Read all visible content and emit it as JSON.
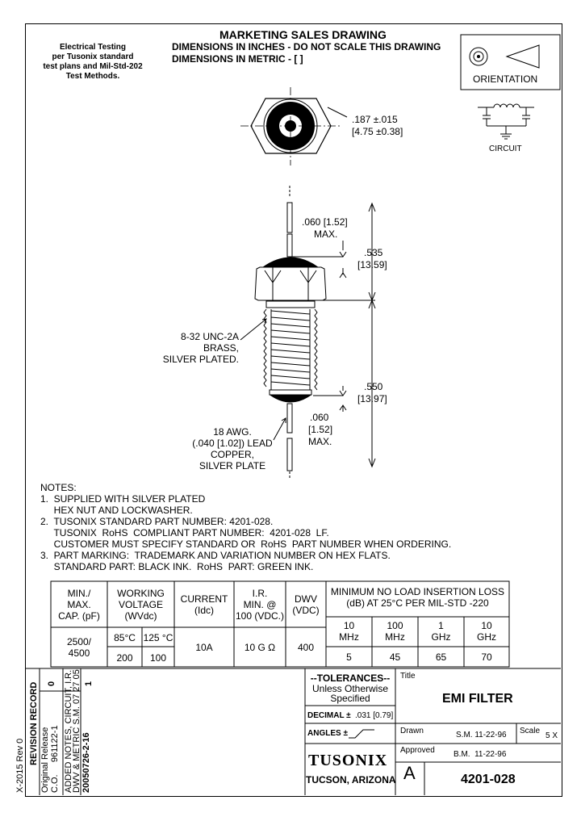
{
  "header": {
    "title": "MARKETING SALES DRAWING",
    "line2": "DIMENSIONS IN INCHES - DO NOT SCALE THIS DRAWING",
    "line3": "DIMENSIONS IN METRIC - [   ]"
  },
  "testing_note": [
    "Electrical Testing",
    "per Tusonix standard",
    "test plans and Mil-Std-202",
    "Test Methods."
  ],
  "orientation_label": "ORIENTATION",
  "circuit_label": "CIRCUIT",
  "dims": {
    "hex_dia": ".187 ±.015",
    "hex_dia_mm": "[4.75 ±0.38]",
    "lead_top": ".060 [1.52]",
    "lead_top_max": "MAX.",
    "body_len": ".535",
    "body_len_mm": "[13.59]",
    "thread_len": ".550",
    "thread_len_mm": "[13.97]",
    "lead_bot": ".060",
    "lead_bot_mm": "[1.52]",
    "lead_bot_max": "MAX."
  },
  "callouts": {
    "thread": [
      "8-32 UNC-2A",
      "BRASS,",
      "SILVER PLATED."
    ],
    "lead": [
      "18 AWG.",
      "(.040 [1.02]) LEAD",
      "COPPER,",
      "SILVER PLATE"
    ]
  },
  "notes": {
    "heading": "NOTES:",
    "lines": [
      "1.  SUPPLIED WITH SILVER PLATED",
      "     HEX NUT AND LOCKWASHER.",
      "2.  TUSONIX STANDARD PART NUMBER: 4201-028.",
      "     TUSONIX  RoHS  COMPLIANT PART NUMBER:  4201-028  LF.",
      "     CUSTOMER MUST SPECIFY STANDARD OR  RoHS  PART NUMBER WHEN ORDERING.",
      "3.  PART MARKING:  TRADEMARK AND VARIATION NUMBER ON HEX FLATS.",
      "     STANDARD PART: BLACK INK.  RoHS  PART: GREEN INK."
    ]
  },
  "spec_table": {
    "cap_header": [
      "MIN./",
      "MAX.",
      "CAP. (pF)"
    ],
    "cap_value": [
      "2500/",
      "4500"
    ],
    "wv_header": [
      "WORKING",
      "VOLTAGE",
      "(WVdc)"
    ],
    "wv_temps": [
      "85°C",
      "125 °C"
    ],
    "wv_values": [
      "200",
      "100"
    ],
    "current_header": [
      "CURRENT",
      "(Idc)"
    ],
    "current_value": "10A",
    "ir_header": [
      "I.R.",
      "MIN. @",
      "100 (VDC.)"
    ],
    "ir_value": "10 G Ω",
    "dwv_header": [
      "DWV",
      "(VDC)"
    ],
    "dwv_value": "400",
    "il_header": [
      "MINIMUM NO LOAD INSERTION LOSS",
      "(dB) AT 25°C PER MIL-STD -220"
    ],
    "il_freqs": [
      [
        "10",
        "MHz"
      ],
      [
        "100",
        "MHz"
      ],
      [
        "1",
        "GHz"
      ],
      [
        "10",
        "GHz"
      ]
    ],
    "il_values": [
      "5",
      "45",
      "65",
      "70"
    ]
  },
  "revision": {
    "form": "X-2015 Rev 0",
    "heading": "REVISION RECORD",
    "col0_rev": "0",
    "col0_l1": "Original Release",
    "col0_l2": "C.O.     961122-1",
    "col1_rev": "1",
    "col1_l1": "ADDED NOTES, CIRCUIT, I.R.",
    "col1_l2": "DWV & METRIC  S.M. 07 27 05",
    "col1_l3": "20050726-2-16"
  },
  "title_block": {
    "tol_heading": "--TOLERANCES--",
    "tol_l2": "Unless Otherwise",
    "tol_l3": "Specified",
    "decimal_label": "DECIMAL ±",
    "decimal_value": ".031 [0.79]",
    "angles_label": "ANGLES ±",
    "title_label": "Title",
    "title_value": "EMI FILTER",
    "drawn_label": "Drawn",
    "drawn_value": "S.M. 11-22-96",
    "scale_label": "Scale",
    "scale_value": "5 X",
    "approved_label": "Approved",
    "approved_value": "B.M.  11-22-96",
    "company": "TUSONIX",
    "location": "TUCSON, ARIZONA",
    "size": "A",
    "part_number": "4201-028"
  }
}
